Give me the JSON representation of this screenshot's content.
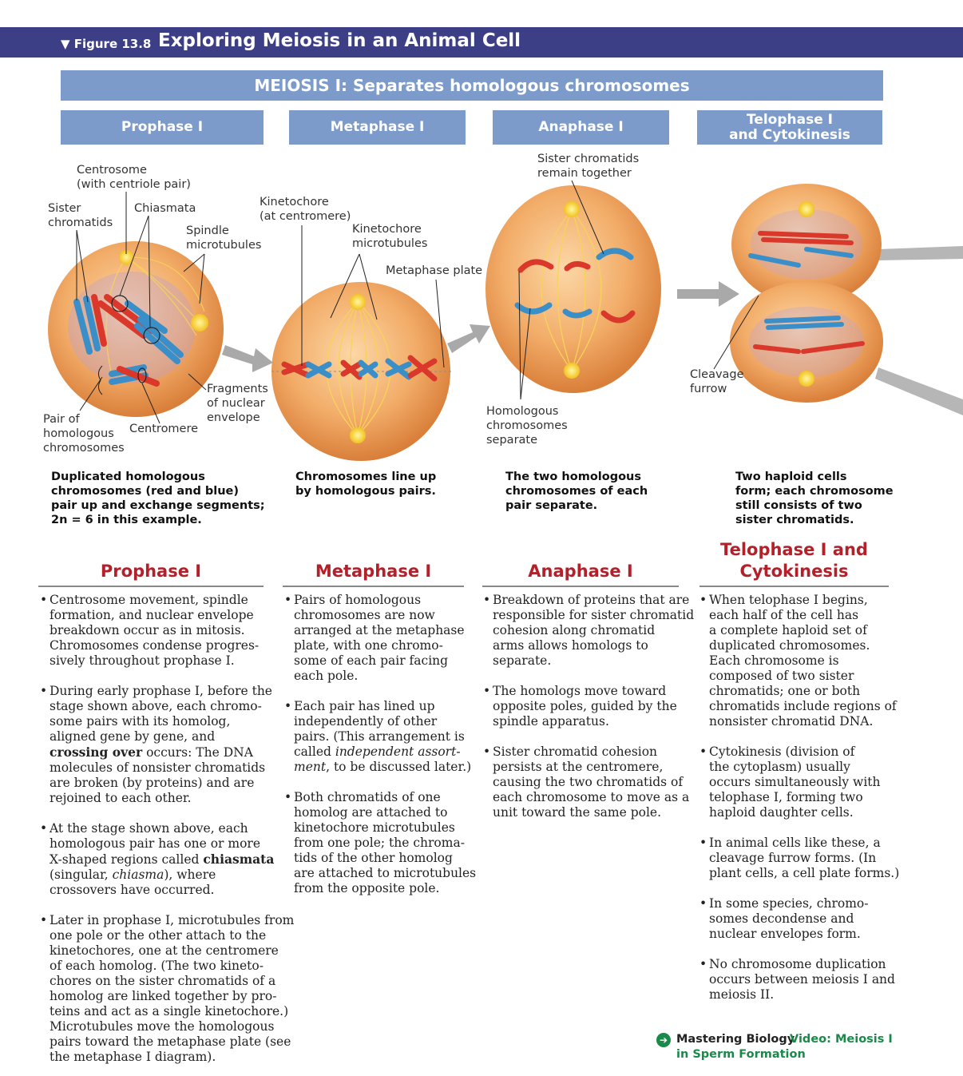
{
  "header": {
    "figure_number": "▼ Figure 13.8",
    "title": "Exploring Meiosis in an Animal Cell"
  },
  "meiosis_bar": {
    "label": "MEIOSIS I: Separates homologous chromosomes"
  },
  "phases": [
    {
      "label": "Prophase I"
    },
    {
      "label": "Metaphase I"
    },
    {
      "label": "Anaphase I"
    },
    {
      "label_line1": "Telophase I",
      "label_line2": "and Cytokinesis"
    }
  ],
  "diagram_labels": {
    "centrosome": "Centrosome\n(with centriole pair)",
    "sister_chromatids": "Sister\nchromatids",
    "chiasmata": "Chiasmata",
    "spindle_microtubules": "Spindle\nmicrotubules",
    "fragments_nuclear_envelope": "Fragments\nof nuclear\nenvelope",
    "pair_homologous": "Pair of\nhomologous\nchromosomes",
    "centromere": "Centromere",
    "kinetochore": "Kinetochore\n(at centromere)",
    "kinetochore_microtubules": "Kinetochore\nmicrotubules",
    "metaphase_plate": "Metaphase plate",
    "sister_remain": "Sister chromatids\nremain together",
    "homologous_separate": "Homologous\nchromosomes\nseparate",
    "cleavage_furrow": "Cleavage\nfurrow"
  },
  "captions": {
    "prophase": "Duplicated homologous\nchromosomes (red and blue)\npair up and exchange segments;\n2n = 6 in this example.",
    "metaphase": "Chromosomes line up\nby homologous pairs.",
    "anaphase": "The two homologous\nchromosomes of each\npair separate.",
    "telophase": "Two haploid cells\nform; each chromosome\nstill consists of two\nsister chromatids."
  },
  "section_heads": {
    "prophase": "Prophase I",
    "metaphase": "Metaphase I",
    "anaphase": "Anaphase I",
    "telophase": "Telophase I and\nCytokinesis"
  },
  "prophase_bullets": [
    "Centrosome movement, spindle\nformation, and nuclear envelope\nbreakdown occur as in mitosis.\nChromosomes condense progres-\nsively throughout prophase I.",
    "During early prophase I, before the\nstage shown above, each chromo-\nsome pairs with its homolog,\naligned gene by gene, and\ncrossing over occurs: The DNA\nmolecules of nonsister chromatids\nare broken (by proteins) and are\nrejoined to each other.",
    "At the stage shown above, each\nhomologous pair has one or more\nX-shaped regions called chiasmata\n(singular, chiasma), where\ncrossovers have occurred.",
    "Later in prophase I, microtubules from\none pole or the other attach to the\nkinetochores, one at the centromere\nof each homolog. (The two kineto-\nchores on the sister chromatids of a\nhomolog are linked together by pro-\nteins and act as a single kinetochore.)\nMicrotubules move the homologous\npairs toward the metaphase plate (see\nthe metaphase I diagram)."
  ],
  "metaphase_bullets": [
    "Pairs of homologous\nchromosomes are now\narranged at the metaphase\nplate, with one chromo-\nsome of each pair facing\neach pole.",
    "Each pair has lined up\nindependently of other\npairs. (This arrangement is\ncalled independent assort-\nment, to be discussed later.)",
    "Both chromatids of one\nhomolog are attached to\nkinetochore microtubules\nfrom one pole; the chroma-\ntids of the other homolog\nare attached to microtubules\nfrom the opposite pole."
  ],
  "anaphase_bullets": [
    "Breakdown of proteins that are\nresponsible for sister chromatid\ncohesion along chromatid\narms allows homologs to\nseparate.",
    "The homologs move toward\nopposite poles, guided by the\nspindle apparatus.",
    "Sister chromatid cohesion\npersists at the centromere,\ncausing the two chromatids of\neach chromosome to move as a\nunit toward the same pole."
  ],
  "telophase_bullets": [
    "When telophase I begins,\neach half of the cell has\na complete haploid set of\nduplicated chromosomes.\nEach chromosome is\ncomposed of two sister\nchromatids; one or both\nchromatids include regions of\nnonsister chromatid DNA.",
    "Cytokinesis (division of\nthe cytoplasm) usually\noccurs simultaneously with\ntelophase I, forming two\nhaploid daughter cells.",
    "In animal cells like these, a\ncleavage furrow forms. (In\nplant cells, a cell plate forms.)",
    "In some species, chromo-\nsomes decondense and\nnuclear envelopes form.",
    "No chromosome duplication\noccurs between meiosis I and\nmeiosis II."
  ],
  "mastering": {
    "brand": "Mastering Biology",
    "video_line1": "Video: Meiosis I",
    "video_line2": "in Sperm Formation"
  },
  "colors": {
    "header_bar": "#3d3f86",
    "phase_box": "#7d9bca",
    "section_red": "#b3202a",
    "chrom_red": "#d9382b",
    "chrom_blue": "#3a8fc9",
    "cell_orange": "#f0a865"
  }
}
